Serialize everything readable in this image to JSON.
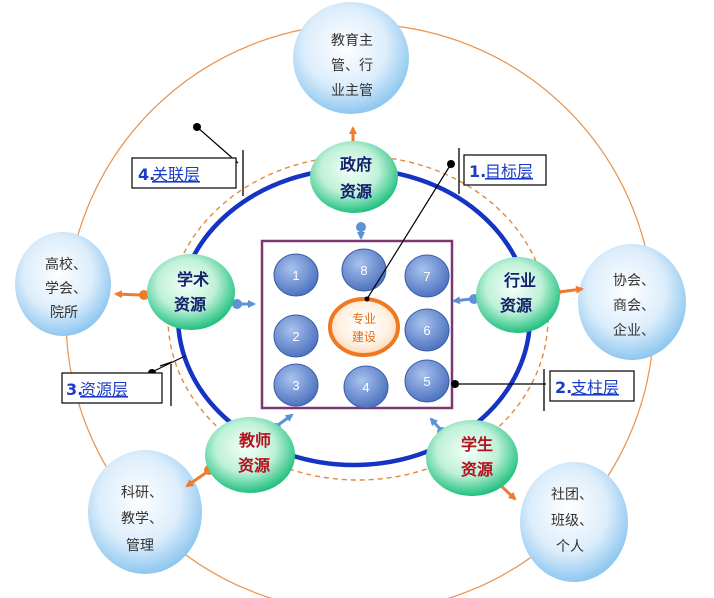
{
  "center": {
    "line1": "专业",
    "line2": "建设"
  },
  "grid_numbers": [
    "1",
    "2",
    "3",
    "4",
    "5",
    "6",
    "7",
    "8"
  ],
  "resources": {
    "gov": {
      "line1": "政府",
      "line2": "资源"
    },
    "academic": {
      "line1": "学术",
      "line2": "资源"
    },
    "industry": {
      "line1": "行业",
      "line2": "资源"
    },
    "teacher": {
      "line1": "教师",
      "line2": "资源"
    },
    "student": {
      "line1": "学生",
      "line2": "资源"
    }
  },
  "outer_bubbles": {
    "edu": [
      "教育主",
      "管、行",
      "业主管"
    ],
    "uni": [
      "高校、",
      "学会、",
      "院所"
    ],
    "assoc": [
      "协会、",
      "商会、",
      "企业、"
    ],
    "research": [
      "科研、",
      "教学、",
      "管理"
    ],
    "club": [
      "社团、",
      "班级、",
      "个人"
    ]
  },
  "layers": {
    "goal": {
      "num": "1.",
      "text": "目标层"
    },
    "pillar": {
      "num": "2.",
      "text": "支柱层"
    },
    "resource": {
      "num": "3.",
      "text": "资源层"
    },
    "related": {
      "num": "4.",
      "text": "关联层"
    }
  },
  "colors": {
    "ring_blue": "#1534c4",
    "outer_orange": "#e8914a",
    "frame_purple": "#7a3870",
    "grid_blue": "#5b7fc6",
    "center_orange": "#f07820",
    "green": "#2fc487",
    "gov_text": "#13206b",
    "teacher_text": "#b3121d",
    "layer_text": "#1a3cc7"
  }
}
